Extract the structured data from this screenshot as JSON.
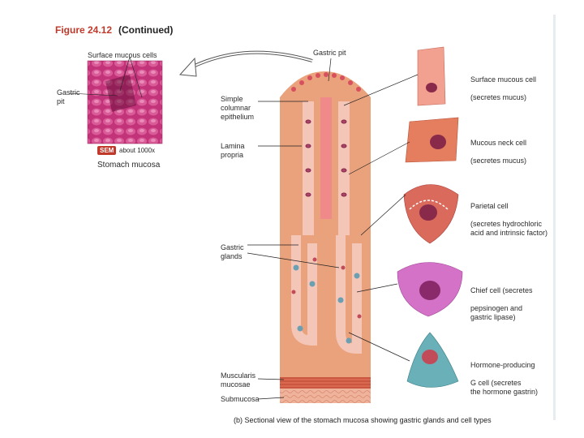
{
  "figure": {
    "title": "Figure 24.12",
    "continued": "(Continued)"
  },
  "sem": {
    "label_surface": "Surface mucous cells",
    "label_pit": "Gastric\npit",
    "badge": "SEM",
    "magnification": "about 1000x",
    "caption": "Stomach mucosa"
  },
  "labels": {
    "gastric_pit": "Gastric pit",
    "simple_columnar": "Simple\ncolumnar\nepithelium",
    "lamina_propria": "Lamina\npropria",
    "gastric_glands": "Gastric\nglands",
    "muscularis_mucosae": "Muscularis\nmucosae",
    "submucosa": "Submucosa"
  },
  "cells": [
    {
      "name": "Surface mucous cell",
      "detail": "(secretes mucus)"
    },
    {
      "name": "Mucous neck cell",
      "detail": "(secretes mucus)"
    },
    {
      "name": "Parietal cell",
      "detail": "(secretes hydrochloric\nacid and intrinsic factor)"
    },
    {
      "name": "Chief cell (secretes",
      "detail": "pepsinogen and\ngastric lipase)"
    },
    {
      "name": "Hormone-producing",
      "detail": "G cell (secretes\nthe hormone gastrin)"
    }
  ],
  "caption": "(b) Sectional view of the stomach mucosa showing gastric glands and cell types",
  "colors": {
    "tissue": "#e9a27c",
    "epithelium": "#f4c6b8",
    "nuclei": "#8a2a4a",
    "sem": "#c2337a",
    "accent": "#c0392b"
  }
}
